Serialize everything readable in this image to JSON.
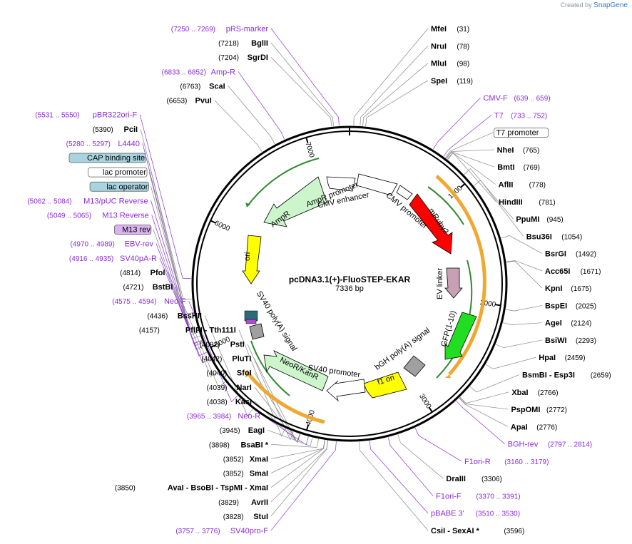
{
  "header": {
    "created_by": "Created by",
    "brand": "SnapGene"
  },
  "plasmid": {
    "name": "pcDNA3.1(+)-FluoSTEP-EKAR",
    "size": "7336 bp",
    "length": 7336
  },
  "ticks": [
    "1000",
    "2000",
    "3000",
    "4000",
    "5000",
    "6000",
    "7000"
  ],
  "sites": [
    {
      "name": "MfeI",
      "pos": "(31)",
      "at": 31,
      "purple": false
    },
    {
      "name": "NruI",
      "pos": "(78)",
      "at": 78,
      "purple": false
    },
    {
      "name": "MluI",
      "pos": "(98)",
      "at": 98,
      "purple": false
    },
    {
      "name": "SpeI",
      "pos": "(119)",
      "at": 119,
      "purple": false
    },
    {
      "name": "CMV-F",
      "pos": "(639 .. 659)",
      "at": 649,
      "purple": true
    },
    {
      "name": "T7",
      "pos": "(733 .. 752)",
      "at": 742,
      "purple": true
    },
    {
      "name": "T7 promoter",
      "pos": "",
      "at": 758,
      "purple": false,
      "box": "#ffffff"
    },
    {
      "name": "NheI",
      "pos": "(765)",
      "at": 765,
      "purple": false
    },
    {
      "name": "BmtI",
      "pos": "(769)",
      "at": 769,
      "purple": false
    },
    {
      "name": "AflII",
      "pos": "(778)",
      "at": 778,
      "purple": false
    },
    {
      "name": "HindIII",
      "pos": "(781)",
      "at": 781,
      "purple": false
    },
    {
      "name": "PpuMI",
      "pos": "(945)",
      "at": 945,
      "purple": false
    },
    {
      "name": "Bsu36I",
      "pos": "(1054)",
      "at": 1054,
      "purple": false
    },
    {
      "name": "BsrGI",
      "pos": "(1492)",
      "at": 1492,
      "purple": false
    },
    {
      "name": "Acc65I",
      "pos": "(1671)",
      "at": 1671,
      "purple": false
    },
    {
      "name": "KpnI",
      "pos": "(1675)",
      "at": 1675,
      "purple": false
    },
    {
      "name": "BspEI",
      "pos": "(2025)",
      "at": 2025,
      "purple": false
    },
    {
      "name": "AgeI",
      "pos": "(2124)",
      "at": 2124,
      "purple": false
    },
    {
      "name": "BsiWI",
      "pos": "(2293)",
      "at": 2293,
      "purple": false
    },
    {
      "name": "HpaI",
      "pos": "(2459)",
      "at": 2459,
      "purple": false
    },
    {
      "name": "BsmBI - Esp3I",
      "pos": "(2659)",
      "at": 2659,
      "purple": false
    },
    {
      "name": "XbaI",
      "pos": "(2766)",
      "at": 2766,
      "purple": false
    },
    {
      "name": "PspOMI",
      "pos": "(2772)",
      "at": 2772,
      "purple": false
    },
    {
      "name": "ApaI",
      "pos": "(2776)",
      "at": 2776,
      "purple": false
    },
    {
      "name": "BGH-rev",
      "pos": "(2797 .. 2814)",
      "at": 2805,
      "purple": true
    },
    {
      "name": "F1ori-R",
      "pos": "(3160 .. 3179)",
      "at": 3169,
      "purple": true
    },
    {
      "name": "DraIII",
      "pos": "(3306)",
      "at": 3306,
      "purple": false
    },
    {
      "name": "F1ori-F",
      "pos": "(3370 .. 3391)",
      "at": 3380,
      "purple": true
    },
    {
      "name": "pBABE 3'",
      "pos": "(3510 .. 3530)",
      "at": 3520,
      "purple": true
    },
    {
      "name": "CsiI - SexAI *",
      "pos": "(3596)",
      "at": 3596,
      "purple": false
    },
    {
      "name": "SV40pro-F",
      "pos": "(3757 .. 3776)",
      "at": 3766,
      "purple": true
    },
    {
      "name": "StuI",
      "pos": "(3828)",
      "at": 3828,
      "purple": false
    },
    {
      "name": "AvrII",
      "pos": "(3829)",
      "at": 3829,
      "purple": false
    },
    {
      "name": "XmaI",
      "pos": "(3852)",
      "at": 3852,
      "purple": false
    },
    {
      "name": "AvaI - BsoBI - TspMI - XmaI",
      "pos": "(3850)",
      "at": 3850,
      "purple": false
    },
    {
      "name": "SmaI",
      "pos": "(3852)",
      "at": 3852,
      "purple": false
    },
    {
      "name": "BsaBI *",
      "pos": "(3898)",
      "at": 3898,
      "purple": false
    },
    {
      "name": "EagI",
      "pos": "(3945)",
      "at": 3945,
      "purple": false
    },
    {
      "name": "Neo-R",
      "pos": "(3965 .. 3984)",
      "at": 3975,
      "purple": true
    },
    {
      "name": "KasI",
      "pos": "(4038)",
      "at": 4038,
      "purple": false
    },
    {
      "name": "NarI",
      "pos": "(4039)",
      "at": 4039,
      "purple": false
    },
    {
      "name": "SfoI",
      "pos": "(4040)",
      "at": 4040,
      "purple": false
    },
    {
      "name": "PluTI",
      "pos": "(4042)",
      "at": 4042,
      "purple": false
    },
    {
      "name": "PstI",
      "pos": "(4092)",
      "at": 4092,
      "purple": false
    },
    {
      "name": "PflFI - Tth111I",
      "pos": "(4157)",
      "at": 4157,
      "purple": false
    },
    {
      "name": "BssHII",
      "pos": "(4436)",
      "at": 4436,
      "purple": false
    },
    {
      "name": "Neo-F",
      "pos": "(4575 .. 4594)",
      "at": 4585,
      "purple": true
    },
    {
      "name": "BstBI",
      "pos": "(4721)",
      "at": 4721,
      "purple": false
    },
    {
      "name": "PfoI",
      "pos": "(4814)",
      "at": 4814,
      "purple": false
    },
    {
      "name": "SV40pA-R",
      "pos": "(4916 .. 4935)",
      "at": 4925,
      "purple": true
    },
    {
      "name": "EBV-rev",
      "pos": "(4970 .. 4989)",
      "at": 4980,
      "purple": true
    },
    {
      "name": "M13 rev",
      "pos": "",
      "at": 5030,
      "purple": false,
      "box": "#d9b3f0"
    },
    {
      "name": "M13 Reverse",
      "pos": "(5049 .. 5065)",
      "at": 5057,
      "purple": true
    },
    {
      "name": "lac operator",
      "pos": "",
      "at": 5075,
      "purple": false,
      "box": "#a8d4e0"
    },
    {
      "name": "M13/pUC Reverse",
      "pos": "(5062 .. 5084)",
      "at": 5073,
      "purple": true
    },
    {
      "name": "lac promoter",
      "pos": "",
      "at": 5110,
      "purple": false,
      "box": "#ffffff"
    },
    {
      "name": "CAP binding site",
      "pos": "",
      "at": 5140,
      "purple": false,
      "box": "#a8d4e0"
    },
    {
      "name": "L4440",
      "pos": "(5280 .. 5297)",
      "at": 5288,
      "purple": true
    },
    {
      "name": "PciI",
      "pos": "(5390)",
      "at": 5390,
      "purple": false
    },
    {
      "name": "pBR322ori-F",
      "pos": "(5531 .. 5550)",
      "at": 5540,
      "purple": true
    },
    {
      "name": "PvuI",
      "pos": "(6653)",
      "at": 6653,
      "purple": false
    },
    {
      "name": "ScaI",
      "pos": "(6763)",
      "at": 6763,
      "purple": false
    },
    {
      "name": "Amp-R",
      "pos": "(6833 .. 6852)",
      "at": 6842,
      "purple": true
    },
    {
      "name": "SgrDI",
      "pos": "(7204)",
      "at": 7204,
      "purple": false
    },
    {
      "name": "BglII",
      "pos": "(7218)",
      "at": 7218,
      "purple": false
    },
    {
      "name": "pRS-marker",
      "pos": "(7250 .. 7269)",
      "at": 7259,
      "purple": true
    }
  ],
  "features": [
    {
      "label": "CMV enhancer",
      "color": "#ffffff"
    },
    {
      "label": "CMV promoter",
      "color": "#ffffff"
    },
    {
      "label": "mRuby2",
      "color": "#ff0000"
    },
    {
      "label": "EV linker",
      "color": "#c8a0b4"
    },
    {
      "label": "GFP(1-10)",
      "color": "#22dd22"
    },
    {
      "label": "bGH poly(A) signal",
      "color": "#a0a0a0"
    },
    {
      "label": "f1 ori",
      "color": "#ffff00"
    },
    {
      "label": "SV40 promoter",
      "color": "#ffffff"
    },
    {
      "label": "NeoR/KanR",
      "color": "#ccf5cc"
    },
    {
      "label": "SV40 poly(A) signal",
      "color": "#a0a0a0"
    },
    {
      "label": "ori",
      "color": "#ffff00"
    },
    {
      "label": "AmpR",
      "color": "#ccf5cc"
    },
    {
      "label": "AmpR promoter",
      "color": "#ffffff"
    }
  ]
}
